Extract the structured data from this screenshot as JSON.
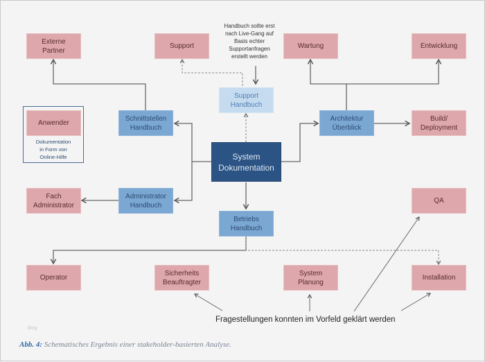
{
  "diagram": {
    "center": "System\nDokumentation",
    "manuals": {
      "schnittstellen": "Schnittstellen\nHandbuch",
      "administrator": "Administrator\nHandbuch",
      "support": "Support\nHandbuch",
      "architektur": "Architektur\nÜberblick",
      "betriebs": "Betriebs\nHandbuch"
    },
    "stakeholders": {
      "externe_partner": "Externe\nPartner",
      "support": "Support",
      "wartung": "Wartung",
      "entwicklung": "Entwicklung",
      "anwender": "Anwender",
      "fach_administrator": "Fach\nAdministrator",
      "build_deployment": "Build/\nDeployment",
      "qa": "QA",
      "operator": "Operator",
      "sicherheits_beauftragter": "Sicherheits\nBeauftragter",
      "system_planung": "System\nPlanung",
      "installation": "Installation"
    },
    "anwender_note": "Dokumentation\nin Form von\nOnline-Hilfe",
    "support_note": "Handbuch sollte erst\nnach Live-Gang auf\nBasis echter\nSupportanfragen\nerstellt werden",
    "bottom_note": "Fragestellungen konnten im Vorfeld geklärt werden",
    "colors": {
      "stakeholder": "#dda7ab",
      "manual": "#7ba7d3",
      "center": "#2b5485",
      "planned_manual": "#c5dbef",
      "line": "#555555"
    }
  },
  "watermark": "blog",
  "caption": {
    "label": "Abb. 4:",
    "text": " Schematisches Ergebnis einer stakeholder-basierten Analyse."
  }
}
